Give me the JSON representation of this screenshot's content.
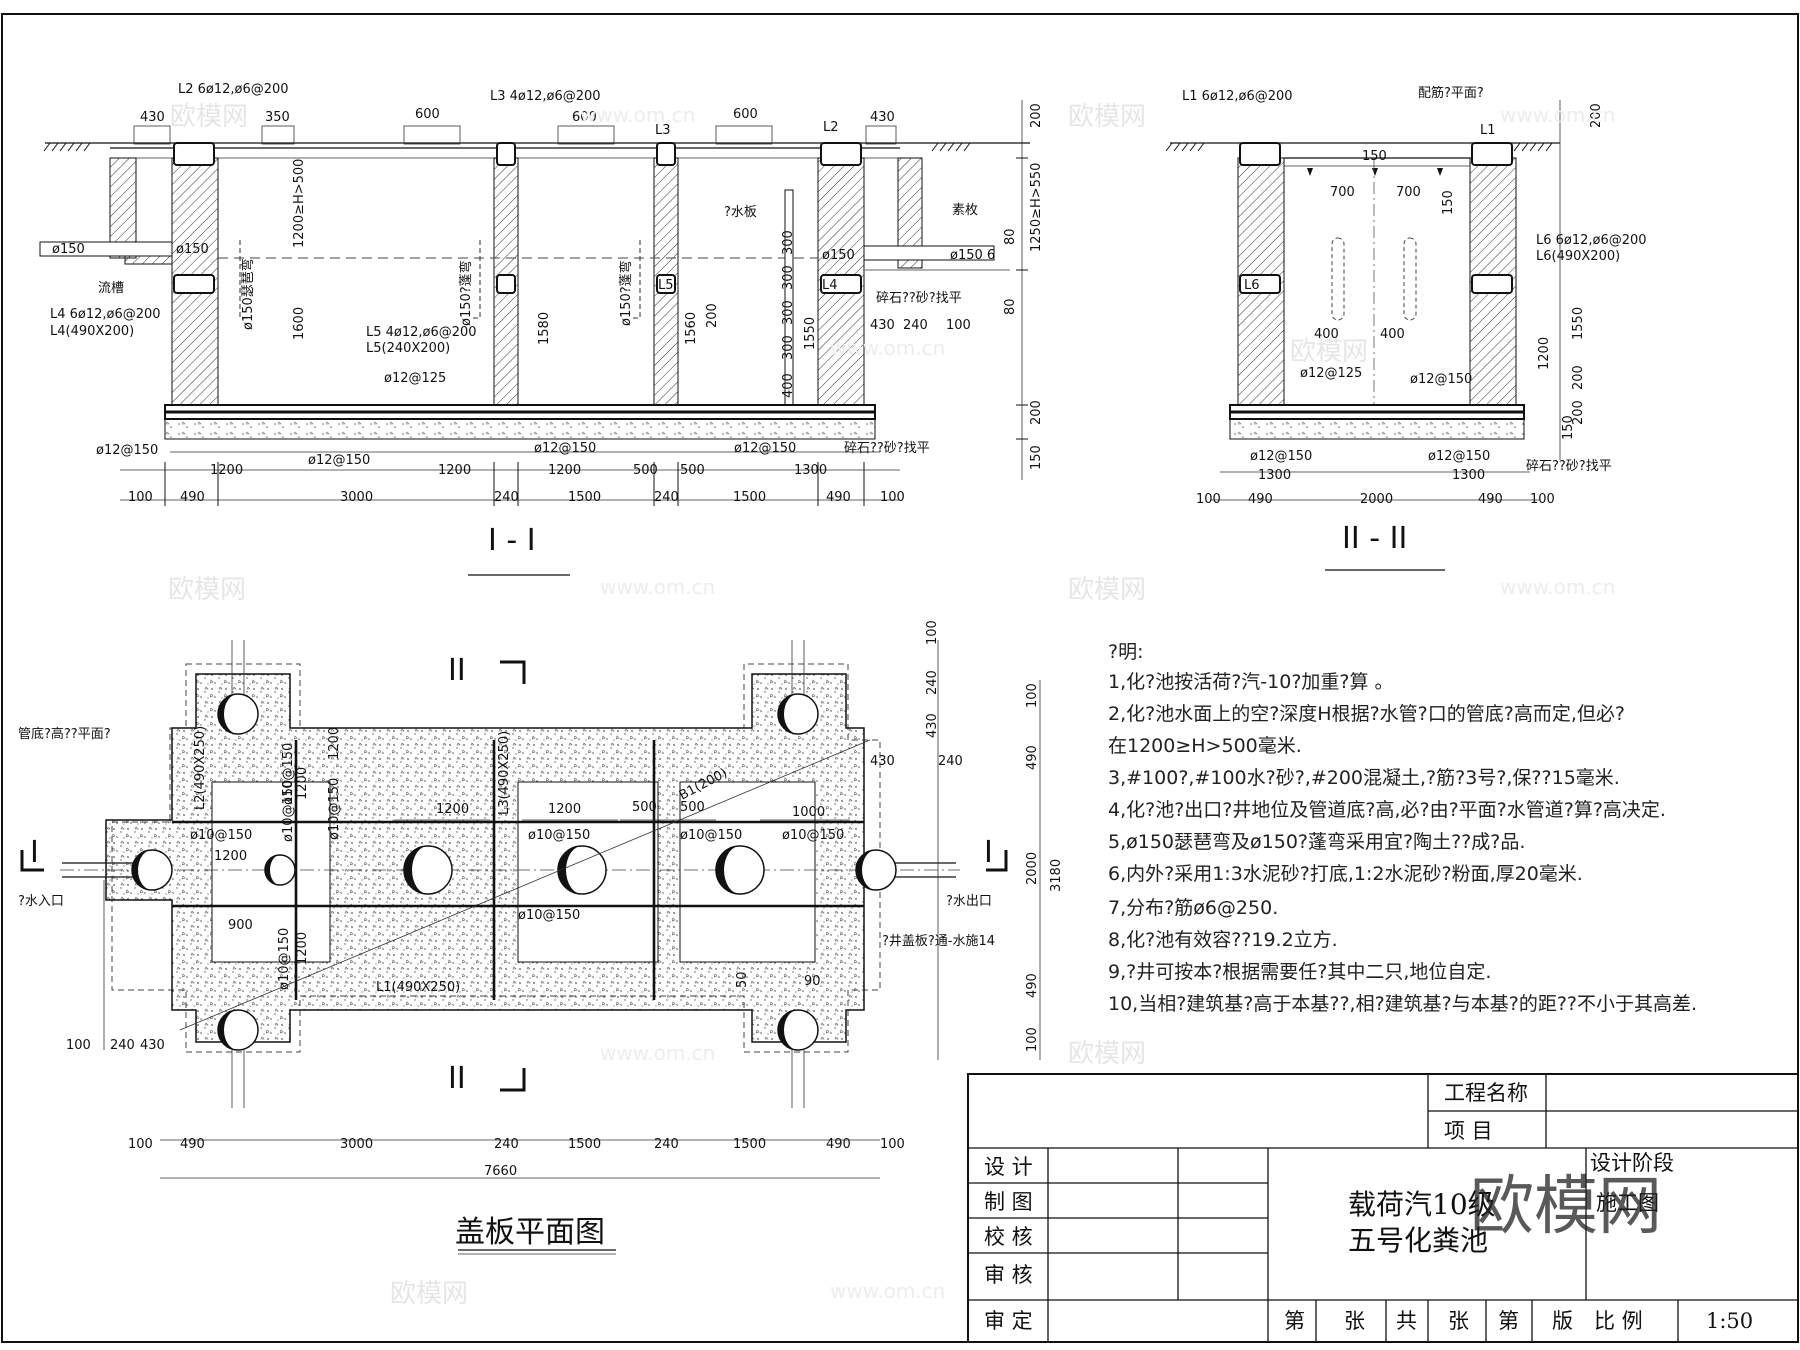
{
  "section1": {
    "title": "I - I",
    "beam_top_labels": [
      "L2 6ø12,ø6@200",
      "L3 4ø12,ø6@200"
    ],
    "top_dims": [
      "430",
      "350",
      "600",
      "600",
      "600",
      "430"
    ],
    "beam_marks": [
      "L3",
      "L2"
    ],
    "labels": {
      "pipe_in": "ø150",
      "pipe_in2": "ø150",
      "trough": "流槽",
      "l4": "L4 6ø12,ø6@200",
      "l4_size": "L4(490X200)",
      "l5": "L5 4ø12,ø6@200",
      "l5_size": "L5(240X200)",
      "water_board": "?水板",
      "plain_board": "素枚",
      "pipe_out": "ø150",
      "pipe_out2": "ø150 6",
      "gravel": "碎石??砂?找平",
      "gravel2": "碎石??砂?找平",
      "rebar1": "ø12@125",
      "rebar2": "ø12@150",
      "rebar3": "ø12@150",
      "rebar4": "ø12@150",
      "rebar5": "ø12@150",
      "tee1": "ø150瑟琶弯",
      "tee2": "ø150?蓬弯",
      "tee3": "ø150?蓬弯",
      "l4mark": "L4",
      "l5mark": "L5"
    },
    "vert_dims": [
      "1200≥H>500",
      "1600",
      "1580",
      "1560",
      "1550",
      "1250≥H>550",
      "200",
      "200",
      "150",
      "400",
      "200",
      "80",
      "80",
      "300",
      "300",
      "300",
      "300"
    ],
    "bottom_dims_row1": [
      "1200",
      "1200",
      "1200",
      "500",
      "500",
      "1300"
    ],
    "mid_dims": [
      "430",
      "240",
      "100"
    ],
    "bottom_dims_row2": [
      "100",
      "490",
      "3000",
      "240",
      "1500",
      "240",
      "1500",
      "490",
      "100"
    ]
  },
  "section2": {
    "title": "II - II",
    "top_label": "L1 6ø12,ø6@200",
    "rebar_plan": "配筋?平面?",
    "beam_mark": "L1",
    "dims_mid": [
      "150",
      "700",
      "700",
      "150",
      "400",
      "400"
    ],
    "l6": "L6 6ø12,ø6@200",
    "l6_size": "L6(490X200)",
    "l6mark": "L6",
    "rebar1": "ø12@125",
    "rebar2": "ø12@150",
    "rebar3": "ø12@150",
    "rebar4": "ø12@150",
    "gravel": "碎石??砂?找平",
    "vert_dims": [
      "200",
      "1550",
      "1200",
      "200",
      "150",
      "200"
    ],
    "bottom_dims_row1": [
      "1300",
      "1300"
    ],
    "bottom_dims_row2": [
      "100",
      "490",
      "2000",
      "490",
      "100"
    ]
  },
  "plan": {
    "title": "盖板平面图",
    "sec_marks": [
      "II",
      "II",
      "I",
      "I"
    ],
    "labels": {
      "pipe_bottom": "管底?高??平面?",
      "inlet": "?水入口",
      "outlet": "?水出口",
      "cover": "?井盖板?通-水施14",
      "l2": "L2(490X250)",
      "l3": "L3(490X250)",
      "l1": "L1(490X250)",
      "b1": "B1(200)",
      "r1": "ø10@150",
      "r2": "ø10@150",
      "r3": "ø10@150",
      "r4": "ø10@150",
      "r5": "ø10@150",
      "r6": "ø10@150",
      "r7": "ø10@150",
      "r8": "ø10@150",
      "r9": "ø10@150"
    },
    "inner_dims": [
      "1200",
      "1200",
      "1200",
      "500",
      "500",
      "1000",
      "1200",
      "900",
      "1200",
      "1200",
      "430",
      "240",
      "90",
      "50"
    ],
    "right_dims": [
      "100",
      "240",
      "430",
      "100",
      "490",
      "2000",
      "490",
      "100",
      "3180"
    ],
    "left_dims": [
      "100",
      "240",
      "430"
    ],
    "bottom_dims": [
      "100",
      "490",
      "3000",
      "240",
      "1500",
      "240",
      "1500",
      "490",
      "100"
    ],
    "total": "7660"
  },
  "notes": {
    "heading": "?明:",
    "items": [
      "1,化?池按活荷?汽-10?加重?算 。",
      "2,化?池水面上的空?深度H根据?水管?口的管底?高而定,但必?",
      "在1200≥H>500毫米.",
      "3,#100?,#100水?砂?,#200混凝土,?筋?3号?,保??15毫米.",
      "4,化?池?出口?井地位及管道底?高,必?由?平面?水管道?算?高决定.",
      "5,ø150瑟琶弯及ø150?蓬弯采用宜?陶土??成?品.",
      "6,内外?采用1:3水泥砂?打底,1:2水泥砂?粉面,厚20毫米.",
      "7,分布?筋ø6@250.",
      "8,化?池有效容??19.2立方.",
      "9,?井可按本?根据需要任?其中二只,地位自定.",
      "10,当相?建筑基?高于本基??,相?建筑基?与本基?的距??不小于其高差."
    ]
  },
  "title_block": {
    "project_name": "工程名称",
    "item": "项 目",
    "design_stage": "设计阶段",
    "stage_value": "施工图",
    "rows": [
      "设 计",
      "制 图",
      "校 核",
      "审 核",
      "审 定"
    ],
    "drawing_title_1": "载荷汽10级",
    "drawing_title_2": "五号化粪池",
    "footer": [
      "第",
      "张",
      "共",
      "张",
      "第",
      "版",
      "比 例"
    ],
    "scale": "1:50"
  },
  "watermarks": [
    "欧模网",
    "www.om.cn",
    "欧模网"
  ]
}
